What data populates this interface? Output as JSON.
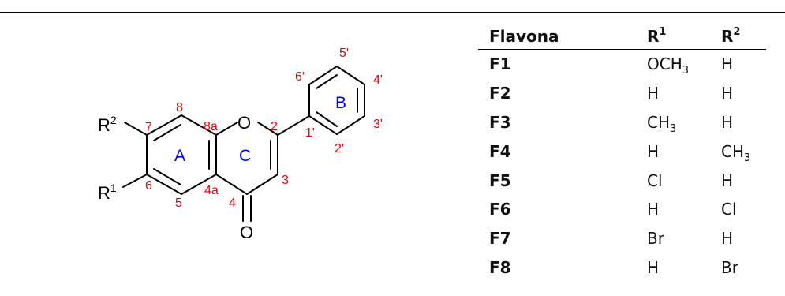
{
  "structure": {
    "substituents": {
      "r2": {
        "base": "R",
        "index": "2"
      },
      "r1": {
        "base": "R",
        "index": "1"
      }
    },
    "oxygen_atoms": {
      "ring": "O",
      "carbonyl": "O"
    },
    "positions": [
      "8",
      "7",
      "6",
      "5",
      "4a",
      "8a",
      "2",
      "3",
      "4",
      "6'",
      "5'",
      "4'",
      "3'",
      "2'",
      "1'"
    ],
    "ring_labels": [
      "A",
      "C",
      "B"
    ],
    "colors": {
      "numbering": "#e8000b",
      "ring_labels": "#0000ee",
      "bonds": "#000000"
    }
  },
  "table": {
    "headers": {
      "col1": "Flavona",
      "r1": {
        "base": "R",
        "index": "1"
      },
      "r2": {
        "base": "R",
        "index": "2"
      }
    },
    "rows": [
      {
        "id": "F1",
        "r1": {
          "base": "OCH",
          "sub": "3"
        },
        "r2": {
          "base": "H",
          "sub": ""
        }
      },
      {
        "id": "F2",
        "r1": {
          "base": "H",
          "sub": ""
        },
        "r2": {
          "base": "H",
          "sub": ""
        }
      },
      {
        "id": "F3",
        "r1": {
          "base": "CH",
          "sub": "3"
        },
        "r2": {
          "base": "H",
          "sub": ""
        }
      },
      {
        "id": "F4",
        "r1": {
          "base": "H",
          "sub": ""
        },
        "r2": {
          "base": "CH",
          "sub": "3"
        }
      },
      {
        "id": "F5",
        "r1": {
          "base": "Cl",
          "sub": ""
        },
        "r2": {
          "base": "H",
          "sub": ""
        }
      },
      {
        "id": "F6",
        "r1": {
          "base": "H",
          "sub": ""
        },
        "r2": {
          "base": "Cl",
          "sub": ""
        }
      },
      {
        "id": "F7",
        "r1": {
          "base": "Br",
          "sub": ""
        },
        "r2": {
          "base": "H",
          "sub": ""
        }
      },
      {
        "id": "F8",
        "r1": {
          "base": "H",
          "sub": ""
        },
        "r2": {
          "base": "Br",
          "sub": ""
        }
      }
    ]
  }
}
